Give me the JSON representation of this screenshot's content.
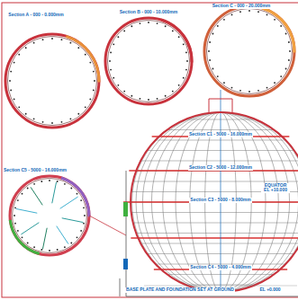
{
  "diagram": {
    "labels": [
      "Section A - 000 - 0.000mm",
      "Section B - 000 - 10.000mm",
      "Section C - 000 - 20.000mm",
      "Section C1 - 5000 - 16.000mm",
      "Section C2 - 5000 - 12.000mm",
      "Section C3 - 5000 - 8.000mm",
      "Section C4 - 5000 - 4.000mm",
      "Section C5 - 5000 - 16.000mm",
      "EQUATOR EL +10.000",
      "BASE PLATE AND FOUNDATION SET AT GROUND",
      "EL +0.000"
    ]
  }
}
